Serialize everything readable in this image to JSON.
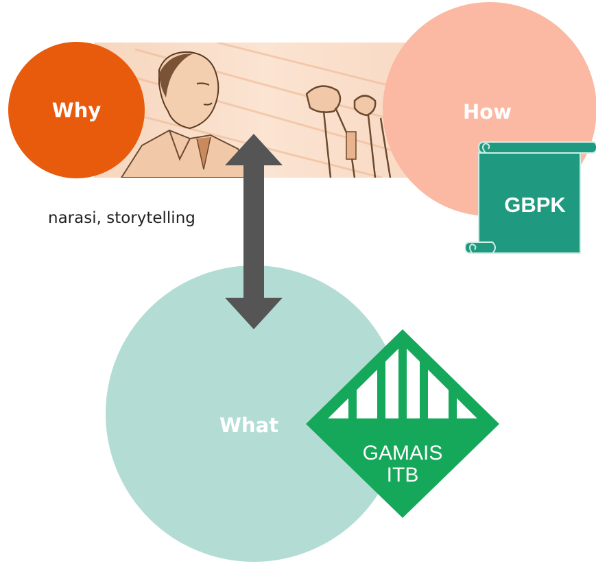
{
  "colors": {
    "why_circle": "#e85a0c",
    "how_circle": "#fbb8a2",
    "what_circle": "#b3ddd4",
    "arrow": "#555555",
    "scroll": "#1f9a80",
    "logo_green": "#16a85a",
    "banner_tint": "#f6d3bb"
  },
  "nodes": {
    "why": {
      "label": "Why"
    },
    "how": {
      "label": "How"
    },
    "what": {
      "label": "What"
    }
  },
  "connector": {
    "label": "narasi, storytelling",
    "icon": "double-headed-vertical-arrow"
  },
  "badges": {
    "scroll": {
      "label": "GBPK",
      "icon": "scroll-icon"
    },
    "logo": {
      "line1": "GAMAIS",
      "line2": "ITB",
      "icon": "gamais-itb-logo"
    }
  },
  "illustration": {
    "icon": "speaker-at-microphone-illustration"
  }
}
